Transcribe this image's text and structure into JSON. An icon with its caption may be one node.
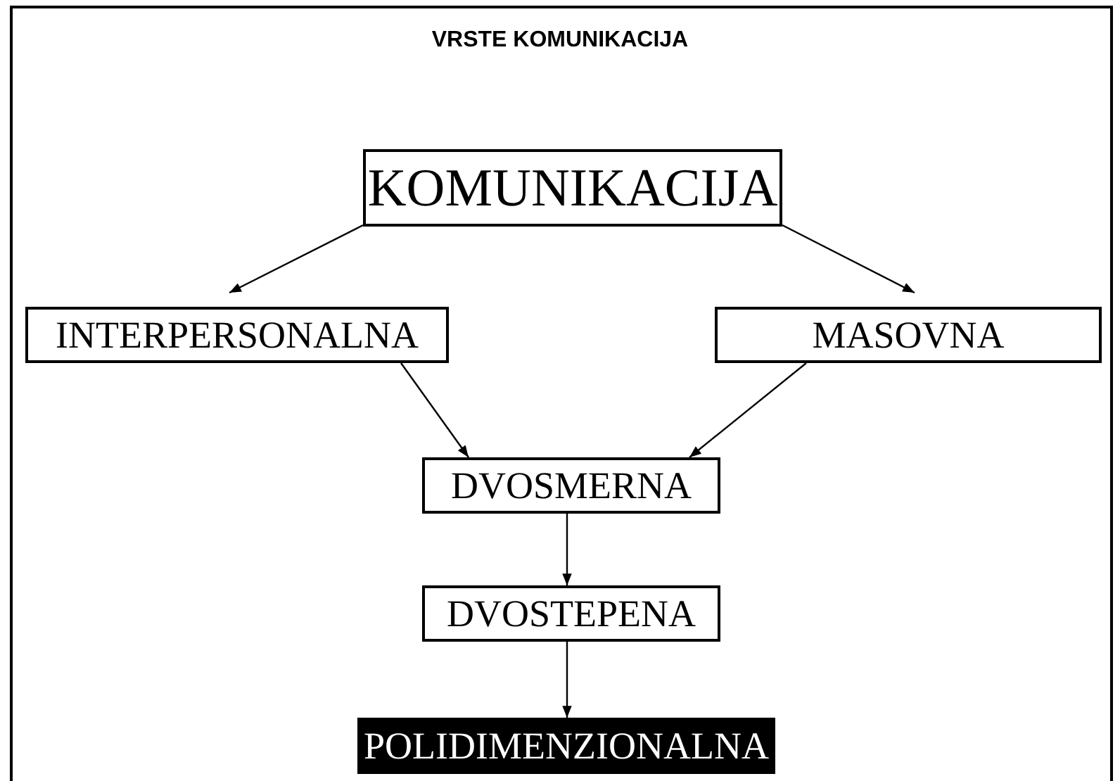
{
  "diagram": {
    "title": "VRSTE KOMUNIKACIJA",
    "nodes": [
      {
        "text": [
          "KOMUNIKACIJA"
        ]
      },
      {
        "text": [
          "INTERPERSONALNA"
        ]
      },
      {
        "text": [
          "MASOVNA"
        ]
      },
      {
        "text": [
          "DVOSMERNA"
        ]
      },
      {
        "text": [
          "DVOSTEPENA"
        ]
      },
      {
        "text": [
          "POLIDIMENZIONALNA"
        ]
      }
    ],
    "edges": [
      {
        "from": 0,
        "to": 1,
        "arrow": "to"
      },
      {
        "from": 0,
        "to": 2,
        "arrow": "to"
      },
      {
        "from": 1,
        "to": 3,
        "arrow": "to"
      },
      {
        "from": 2,
        "to": 3,
        "arrow": "to"
      },
      {
        "from": 3,
        "to": 4,
        "arrow": "to"
      },
      {
        "from": 4,
        "to": 5,
        "arrow": "to"
      }
    ]
  }
}
